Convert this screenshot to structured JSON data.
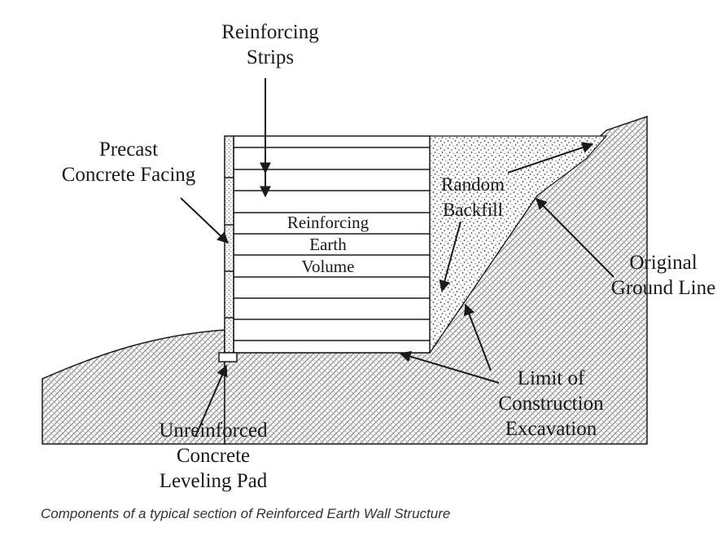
{
  "labels": {
    "reinforcing_strips": [
      "Reinforcing",
      "Strips"
    ],
    "precast_facing": [
      "Precast",
      "Concrete Facing"
    ],
    "reinforcing_volume": [
      "Reinforcing",
      "Earth",
      "Volume"
    ],
    "random_backfill": [
      "Random",
      "Backfill"
    ],
    "original_ground": [
      "Original",
      "Ground Line"
    ],
    "limit_excavation": [
      "Limit of",
      "Construction",
      "Excavation"
    ],
    "leveling_pad": [
      "Unreinforced",
      "Concrete",
      "Leveling Pad"
    ]
  },
  "caption": "Components of a typical section of Reinforced Earth Wall Structure",
  "colors": {
    "stroke": "#1a1a1a",
    "hatch": "#8a8a8a",
    "backfill_dots": "#3a3a3a",
    "background": "#ffffff"
  }
}
